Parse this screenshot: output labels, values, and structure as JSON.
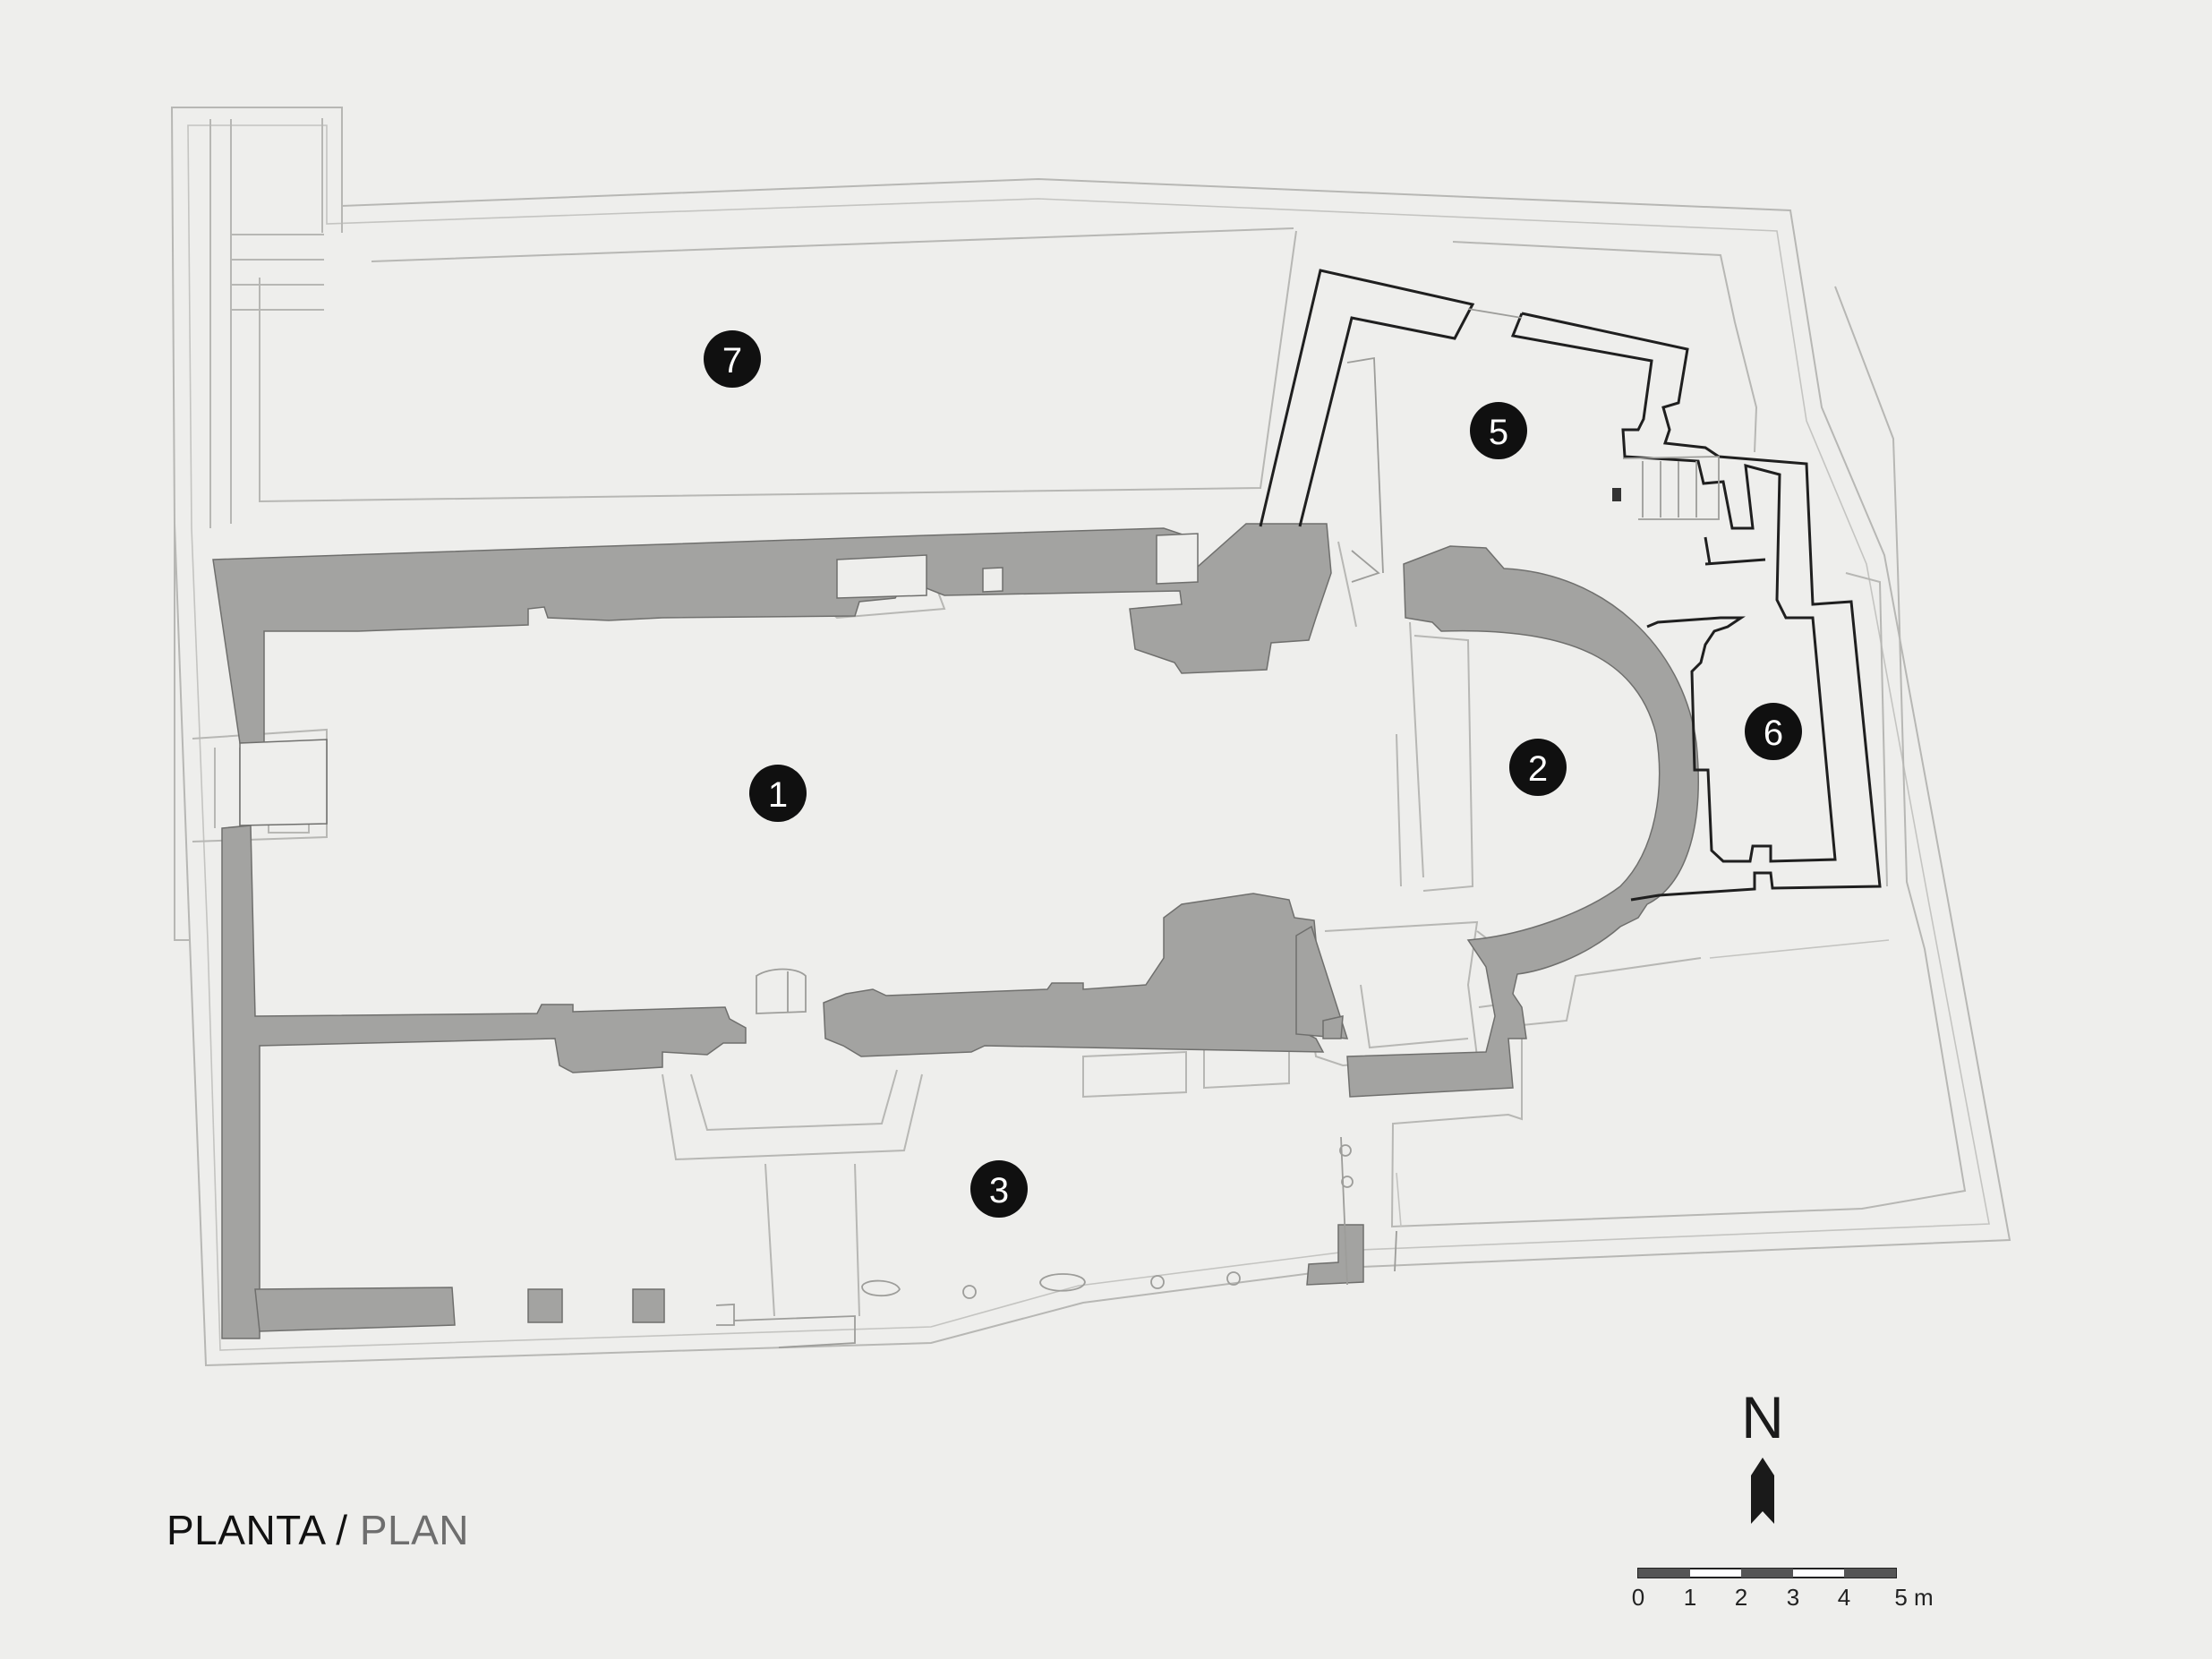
{
  "title": {
    "primary": "PLANTA /",
    "secondary": "PLAN"
  },
  "markers": [
    {
      "id": "1",
      "label": "1"
    },
    {
      "id": "2",
      "label": "2"
    },
    {
      "id": "3",
      "label": "3"
    },
    {
      "id": "5",
      "label": "5"
    },
    {
      "id": "6",
      "label": "6"
    },
    {
      "id": "7",
      "label": "7"
    }
  ],
  "compass": {
    "letter": "N",
    "icon": "north-arrow-icon"
  },
  "scale_bar": {
    "ticks": [
      "0",
      "1",
      "2",
      "3",
      "4",
      "5 m"
    ]
  },
  "colors": {
    "background": "#eeeeec",
    "wall_fill": "#a3a3a1",
    "marker": "#101010"
  }
}
